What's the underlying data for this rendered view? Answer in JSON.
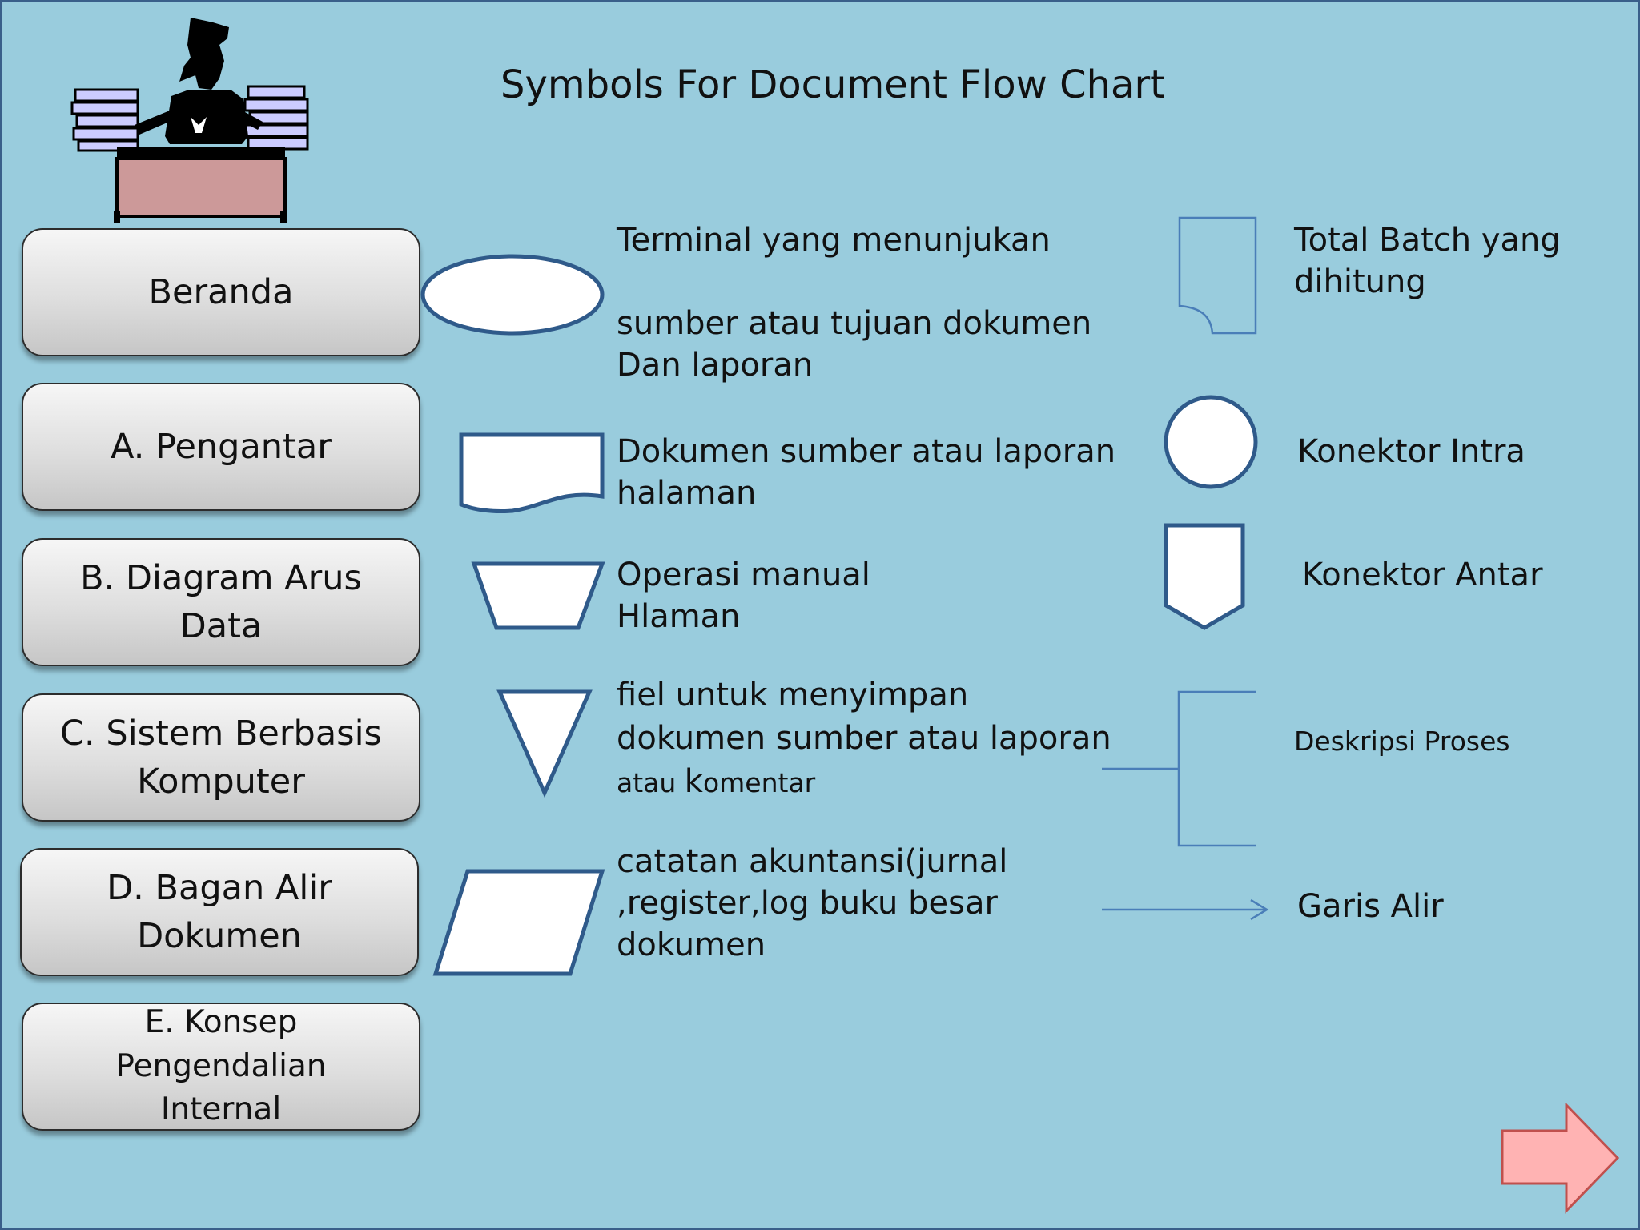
{
  "page": {
    "title": "Symbols For Document Flow Chart",
    "background_color": "#99CCDD"
  },
  "nav": {
    "items": [
      {
        "label": "Beranda"
      },
      {
        "label": "A. Pengantar"
      },
      {
        "label": "B. Diagram Arus Data"
      },
      {
        "label": "C. Sistem Berbasis\nKomputer"
      },
      {
        "label": "D. Bagan Alir\nDokumen"
      },
      {
        "label": "E. Konsep Pengendalian\nInternal"
      }
    ]
  },
  "symbols": {
    "terminal": "Terminal yang menunjukan\n\n sumber atau tujuan dokumen\nDan laporan",
    "document": "Dokumen sumber atau laporan\nhalaman",
    "manual_operation": "Operasi manual\nHlaman",
    "file_line1": "fiel untuk menyimpan",
    "file_line2": "dokumen sumber atau laporan",
    "file_line3_small": "atau ",
    "file_line3_big": "k",
    "file_line3_rest": "omentar",
    "ledger": "catatan akuntansi(jurnal\n,register,log buku besar\ndokumen",
    "batch_total": "Total Batch yang\n dihitung",
    "intra_connector": "Konektor Intra",
    "inter_connector": "Konektor Antar",
    "process_description": "Deskripsi Proses",
    "flow_line": "Garis Alir"
  },
  "icons": {
    "clipart": "office-worker-at-desk-icon",
    "next": "next-arrow-icon"
  },
  "colors": {
    "shape_stroke": "#2F5A8A",
    "line_stroke": "#4A7EB8",
    "nav_border": "#2c2c2c",
    "desk": "#CC9999",
    "paper": "#CCCCFF",
    "next_arrow_fill": "#FFB3B3",
    "next_arrow_stroke": "#C0504D"
  }
}
